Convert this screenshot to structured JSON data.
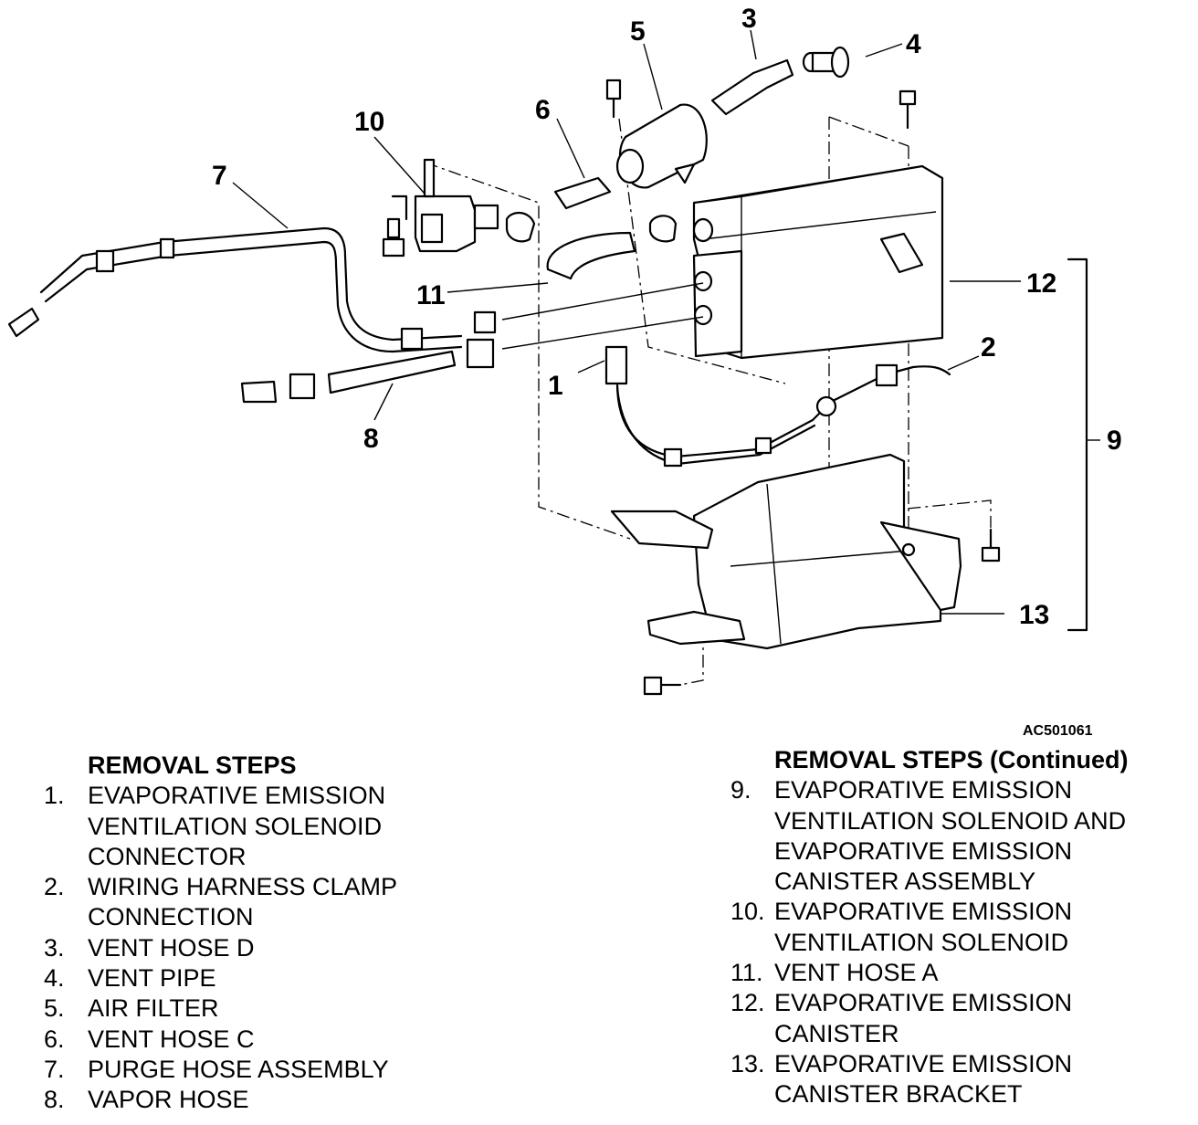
{
  "figure_id": "AC501061",
  "callouts": [
    "1",
    "2",
    "3",
    "4",
    "5",
    "6",
    "7",
    "8",
    "9",
    "10",
    "11",
    "12",
    "13"
  ],
  "removal_steps": {
    "heading": "REMOVAL STEPS",
    "items": [
      {
        "num": "1.",
        "text": "EVAPORATIVE EMISSION\nVENTILATION SOLENOID\nCONNECTOR"
      },
      {
        "num": "2.",
        "text": "WIRING HARNESS CLAMP\nCONNECTION"
      },
      {
        "num": "3.",
        "text": "VENT HOSE D"
      },
      {
        "num": "4.",
        "text": "VENT PIPE"
      },
      {
        "num": "5.",
        "text": "AIR FILTER"
      },
      {
        "num": "6.",
        "text": "VENT HOSE C"
      },
      {
        "num": "7.",
        "text": "PURGE HOSE ASSEMBLY"
      },
      {
        "num": "8.",
        "text": "VAPOR HOSE"
      }
    ]
  },
  "removal_steps_continued": {
    "heading": "REMOVAL STEPS (Continued)",
    "items": [
      {
        "num": "9.",
        "text": "EVAPORATIVE EMISSION\nVENTILATION SOLENOID AND\nEVAPORATIVE EMISSION\nCANISTER ASSEMBLY"
      },
      {
        "num": "10.",
        "text": "EVAPORATIVE EMISSION\nVENTILATION SOLENOID"
      },
      {
        "num": "11.",
        "text": "VENT HOSE A"
      },
      {
        "num": "12.",
        "text": "EVAPORATIVE EMISSION\nCANISTER"
      },
      {
        "num": "13.",
        "text": "EVAPORATIVE EMISSION\nCANISTER BRACKET"
      }
    ]
  }
}
